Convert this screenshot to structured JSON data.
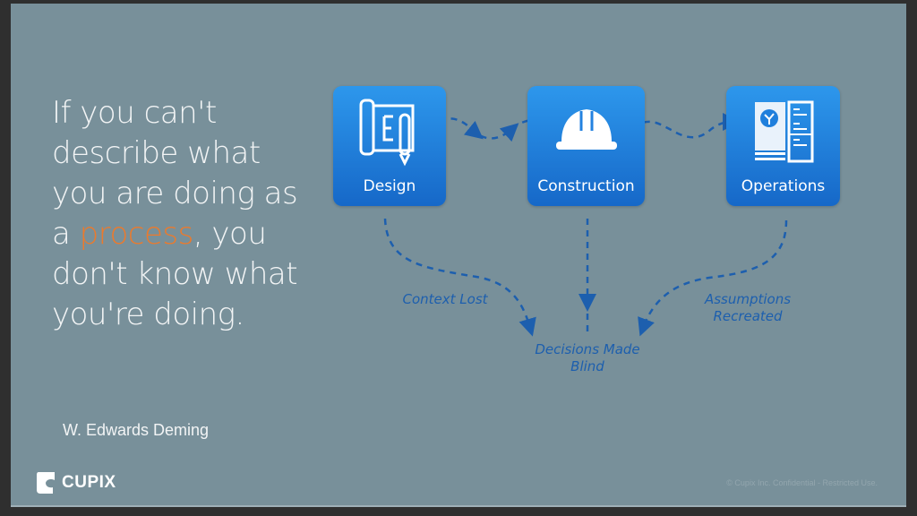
{
  "quote": {
    "before": "If you can't describe what you are doing as a ",
    "highlight": "process",
    "after": ", you don't know what you're doing.",
    "author": "W. Edwards Deming"
  },
  "diagram": {
    "stages": [
      {
        "label": "Design",
        "icon": "blueprint-icon"
      },
      {
        "label": "Construction",
        "icon": "hard-hat-icon"
      },
      {
        "label": "Operations",
        "icon": "manual-icon"
      }
    ],
    "annotations": {
      "left": "Context Lost",
      "center": "Decisions Made Blind",
      "right": "Assumptions Recreated"
    }
  },
  "footer": {
    "logo": "CUPIX",
    "copyright": "© Cupix Inc. Confidential - Restricted Use."
  },
  "colors": {
    "background": "#78909a",
    "accent": "#ec7a2c",
    "box": "#1f7fdc",
    "arrow": "#1d5fae"
  }
}
